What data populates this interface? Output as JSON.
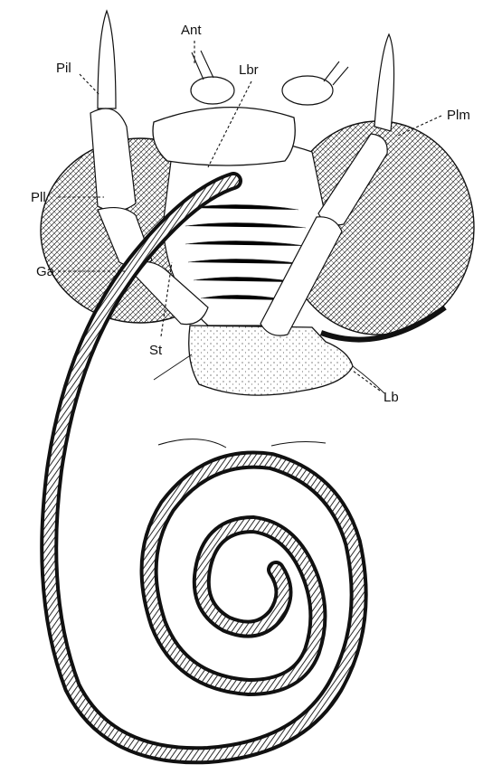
{
  "figure": {
    "labels": {
      "ant": "Ant",
      "lbr": "Lbr",
      "pil": "Pil",
      "pll": "Pll",
      "plm": "Plm",
      "ga": "Ga",
      "st": "St",
      "lb": "Lb"
    },
    "colors": {
      "background": "#ffffff",
      "ink": "#111111"
    }
  }
}
